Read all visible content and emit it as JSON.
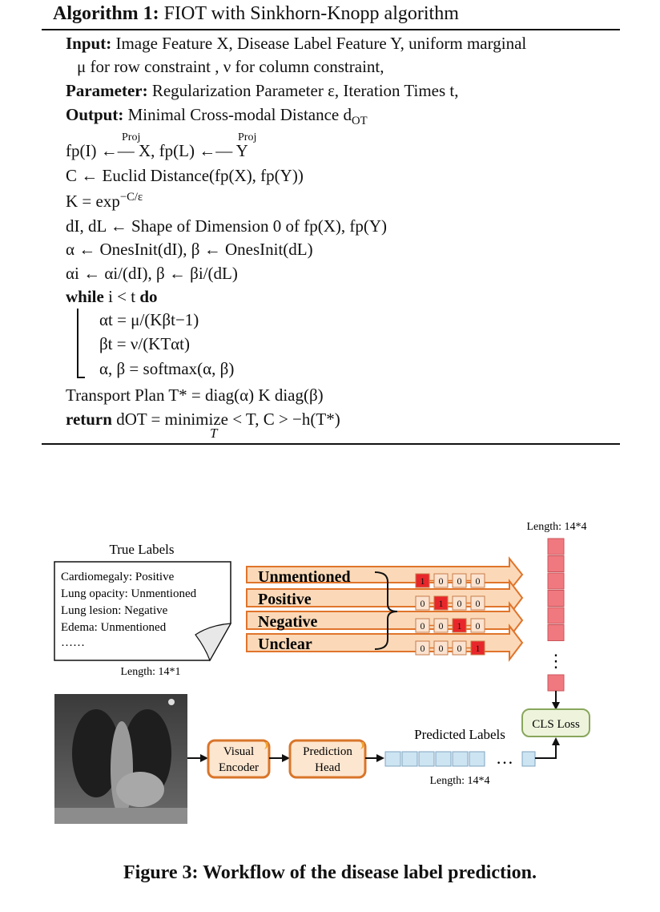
{
  "algorithm": {
    "title_bold": "Algorithm 1:",
    "title_rest": " FIOT with Sinkhorn-Knopp algorithm",
    "input_label": "Input:",
    "input_text": " Image Feature X, Disease Label Feature Y, uniform marginal",
    "input_text2": "μ for row constraint , ν for column constraint,",
    "param_label": "Parameter:",
    "param_text": " Regularization Parameter ε, Iteration Times t,",
    "output_label": "Output:",
    "output_text": " Minimal Cross-modal Distance d",
    "output_sub": "OT",
    "proj_label": "Proj",
    "line_fp": "fp(I) ←— X, fp(L) ←— Y",
    "line_c": "C ← Euclid Distance(fp(X), fp(Y))",
    "line_k": "K = exp",
    "line_k_sup": "−C/ε",
    "line_d": "dI, dL ← Shape of Dimension 0 of fp(X), fp(Y)",
    "line_alpha_init": "α ← OnesInit(dI), β ← OnesInit(dL)",
    "line_alpha_norm": "αi ← αi/(dI), β ← βi/(dL)",
    "while_kw": "while",
    "while_cond": " i < t ",
    "do_kw": "do",
    "loop1": "αt = μ/(Kβt−1)",
    "loop2": "βt = ν/(KTαt)",
    "loop3": "α, β = softmax(α, β)",
    "transport": "Transport Plan T* = diag(α) K diag(β)",
    "return_kw": "return",
    "return_text": " dOT = minimize < T, C > −h(T*)",
    "return_under": "T"
  },
  "figure": {
    "length_top": "Length: 14*4",
    "true_labels_title": "True Labels",
    "true_labels": [
      "Cardiomegaly: Positive",
      "Lung opacity: Unmentioned",
      "Lung lesion: Negative",
      "Edema: Unmentioned",
      "……"
    ],
    "length_true": "Length: 14*1",
    "categories": [
      "Unmentioned",
      "Positive",
      "Negative",
      "Unclear"
    ],
    "onehot": [
      [
        "1",
        "0",
        "0",
        "0"
      ],
      [
        "0",
        "1",
        "0",
        "0"
      ],
      [
        "0",
        "0",
        "1",
        "0"
      ],
      [
        "0",
        "0",
        "0",
        "1"
      ]
    ],
    "dots": "⋮",
    "cls_loss": "CLS Loss",
    "visual_encoder": [
      "Visual",
      "Encoder"
    ],
    "prediction_head": [
      "Prediction",
      "Head"
    ],
    "predicted_labels": "Predicted Labels",
    "ellipsis": "…",
    "length_pred": "Length: 14*4"
  },
  "caption": "Figure 3: Workflow of the disease label prediction.",
  "colors": {
    "arrow_fill": "#fbd9b8",
    "arrow_stroke": "#e0742b",
    "red_cell": "#e8272b",
    "pink_cell": "#f0797f",
    "blue_cell": "#cde4f2",
    "box_stroke": "#d9752a",
    "cls_fill": "#eef4dc",
    "cls_stroke": "#88a65c"
  }
}
